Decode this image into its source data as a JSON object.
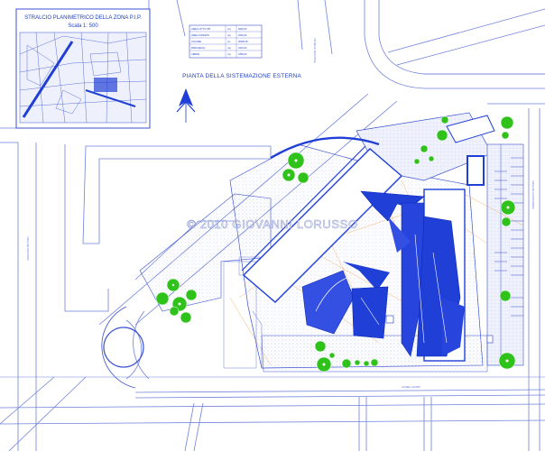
{
  "inset_title": "STRALCIO PLANIMETRICO DELLA ZONA P.I.P.",
  "inset_scale": "Scala 1: 500",
  "plan_title": "PIANTA DELLA SISTEMAZIONE ESTERNA",
  "watermark": "© 2010 GIOVANNI LORUSSO",
  "data_table": {
    "rows": [
      [
        "AREA LOTTO PIP",
        "mq",
        "9930,00"
      ],
      [
        "AREA COPERTA",
        "mq",
        "2520,00"
      ],
      [
        "VOLUME",
        "mc",
        "30000,00"
      ],
      [
        "PARCHEGGI",
        "mq",
        "3410,00"
      ],
      [
        "VERDE",
        "mq",
        "1850,00"
      ]
    ]
  },
  "street_labels": [
    "VIA DELLE INDUSTRIE",
    "VIALE DEI TESSITORI",
    "VIALE DEI CALZATURIERI",
    "VIA DEL LAVORO"
  ],
  "colors": {
    "linework": "#3a52d0",
    "building": "#1f3fd6",
    "tree": "#2fc21a",
    "hatch": "#c9d0ef",
    "accent": "#f0a055"
  }
}
